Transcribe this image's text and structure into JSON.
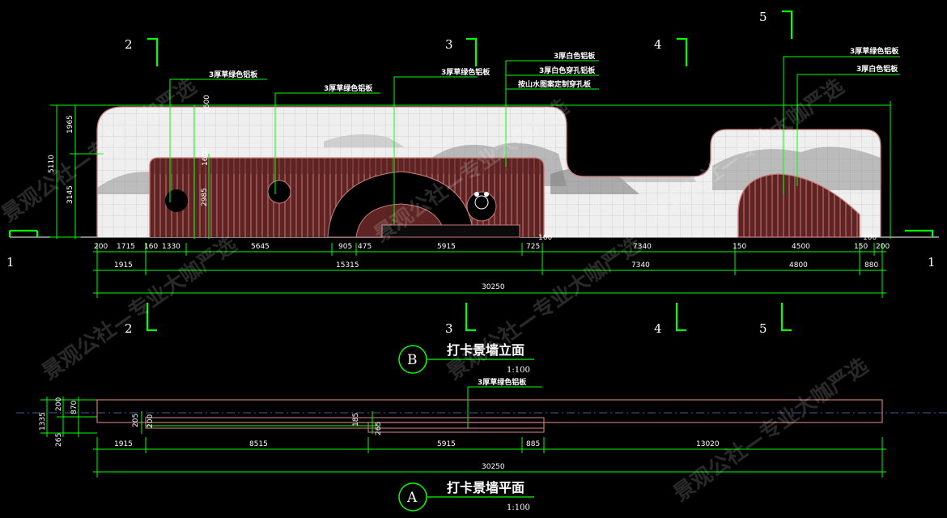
{
  "elevation": {
    "title": "打卡景墙立面",
    "scale": "1:100",
    "marker": "B",
    "grid_top": [
      "2",
      "3",
      "4",
      "5"
    ],
    "grid_bottom": [
      "2",
      "3",
      "4",
      "5"
    ],
    "section_left": "1",
    "section_right": "1",
    "annotations": {
      "a2": "3厚草绿色铝板",
      "a3": "3厚草绿色铝板",
      "a3b": "3厚草绿色铝板",
      "white_plate": "3厚白色铝板",
      "white_perforated": "3厚白色穿孔铝板",
      "ink_painting": "按山水图案定制穿孔板",
      "a5_green": "3厚草绿色铝板",
      "a5_white": "3厚白色铝板"
    },
    "height_dims": {
      "total": "5110",
      "upper": "1965",
      "lower": "3145",
      "inner_a": "1600",
      "inner_b": "1600",
      "inner_c": "2985"
    },
    "row1": [
      "200",
      "1715",
      "160",
      "1330",
      "5645",
      "905",
      "475",
      "5915",
      "725",
      "160",
      "7340",
      "150",
      "4500",
      "150",
      "200"
    ],
    "row1_extra": "100",
    "row2": [
      "1915",
      "15315",
      "7340",
      "4800",
      "880"
    ],
    "row3": "30250"
  },
  "plan": {
    "title": "打卡景墙平面",
    "scale": "1:100",
    "marker": "A",
    "annotation": "3厚草绿色铝板",
    "side_dims": [
      "1335",
      "200",
      "870",
      "265"
    ],
    "inner_dims": [
      "205",
      "200",
      "185",
      "265"
    ],
    "row1": [
      "1915",
      "8515",
      "5915",
      "885",
      "13020"
    ],
    "row2": "30250"
  },
  "watermark": "景观公社—专业大咖严选",
  "colors": {
    "background": "#000000",
    "dimension": "#00ff00",
    "outline": "#c87a7a",
    "panel": "#6b2a2a",
    "text": "#ffffff",
    "axis": "#3a5f9a"
  }
}
